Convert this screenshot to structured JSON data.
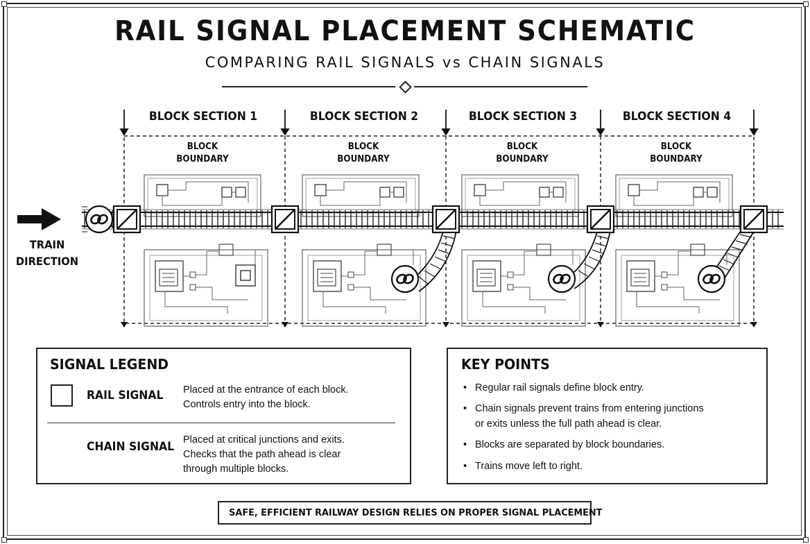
{
  "title": "RAIL SIGNAL PLACEMENT SCHEMATIC",
  "subtitle": "COMPARING RAIL SIGNALS vs CHAIN SIGNALS",
  "sections": [
    {
      "label": "BLOCK SECTION 1",
      "boundary": "BLOCK\nBOUNDARY"
    },
    {
      "label": "BLOCK SECTION 2",
      "boundary": "BLOCK\nBOUNDARY"
    },
    {
      "label": "BLOCK SECTION 3",
      "boundary": "BLOCK\nBOUNDARY"
    },
    {
      "label": "BLOCK SECTION 4",
      "boundary": "BLOCK\nBOUNDARY"
    }
  ],
  "train_direction": "TRAIN\nDIRECTION",
  "legend": {
    "title": "SIGNAL LEGEND",
    "rail_signal": {
      "name": "RAIL SIGNAL",
      "line1": "Placed at the entrance of each block.",
      "line2": "Controls entry into the block."
    },
    "chain_signal": {
      "name": "CHAIN SIGNAL",
      "line1": "Placed at critical junctions and exits.",
      "line2": "Checks that the path ahead is clear",
      "line3": "through multiple blocks."
    }
  },
  "key_points": {
    "title": "KEY POINTS",
    "items": [
      "Regular rail signals define block entry.",
      "Chain signals prevent trains from entering junctions",
      "or exits unless the full path ahead is clear.",
      "Blocks are separated by block boundaries.",
      "Trains move left to right."
    ]
  },
  "footer": "SAFE, EFFICIENT RAILWAY DESIGN RELIES ON PROPER SIGNAL PLACEMENT",
  "icons": {
    "rail_signal": "square-slash-icon",
    "chain_signal": "chain-link-circle-icon",
    "direction": "arrow-right-icon",
    "bullet": "•"
  }
}
